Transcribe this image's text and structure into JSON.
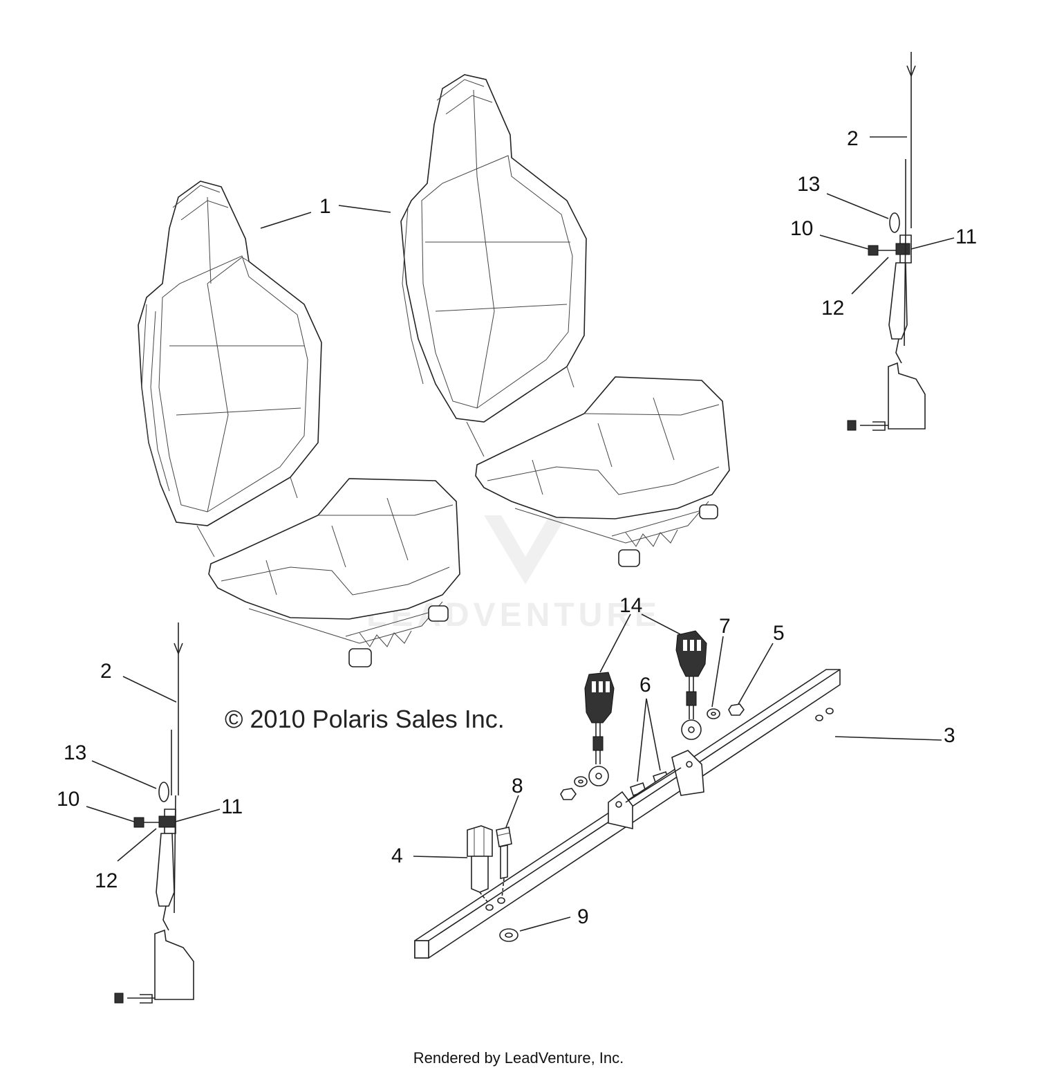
{
  "copyright": "© 2010 Polaris Sales Inc.",
  "footer": "Rendered by LeadVenture, Inc.",
  "watermark": "LEADVENTURE",
  "callouts": {
    "c1": "1",
    "c2_top": "2",
    "c13_top": "13",
    "c10_top": "10",
    "c11_top": "11",
    "c12_top": "12",
    "c2_bot": "2",
    "c13_bot": "13",
    "c10_bot": "10",
    "c11_bot": "11",
    "c12_bot": "12",
    "c14": "14",
    "c7": "7",
    "c5": "5",
    "c6": "6",
    "c3": "3",
    "c8": "8",
    "c4": "4",
    "c9": "9"
  }
}
